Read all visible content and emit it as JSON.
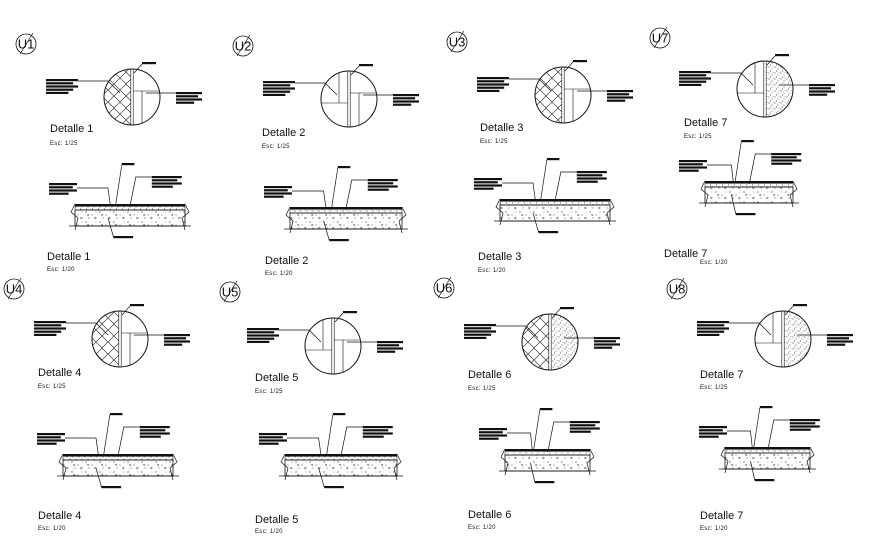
{
  "sheet": {
    "details": [
      {
        "tag": "U1",
        "circle_title": "Detalle 1",
        "circle_scale": "Esc: 1/25",
        "section_title": "Detalle 1",
        "section_scale": "Esc: 1/20",
        "left_pattern": "herringbone",
        "right_pattern": "grid"
      },
      {
        "tag": "U2",
        "circle_title": "Detalle 2",
        "circle_scale": "Esc: 1/25",
        "section_title": "Detalle 2",
        "section_scale": "Esc: 1/20",
        "left_pattern": "grid",
        "right_pattern": "grid"
      },
      {
        "tag": "U3",
        "circle_title": "Detalle 3",
        "circle_scale": "Esc: 1/25",
        "section_title": "Detalle 3",
        "section_scale": "Esc: 1/20",
        "left_pattern": "herringbone",
        "right_pattern": "grid"
      },
      {
        "tag": "U7",
        "circle_title": "Detalle 7",
        "circle_scale": "Esc: 1/25",
        "section_title": "Detalle 7",
        "section_scale": "Esc: 1/20",
        "left_pattern": "grid",
        "right_pattern": "speckle"
      },
      {
        "tag": "U4",
        "circle_title": "Detalle 4",
        "circle_scale": "Esc: 1/25",
        "section_title": "Detalle 4",
        "section_scale": "Esc: 1/20",
        "left_pattern": "herringbone",
        "right_pattern": "grid"
      },
      {
        "tag": "U5",
        "circle_title": "Detalle 5",
        "circle_scale": "Esc: 1/25",
        "section_title": "Detalle 5",
        "section_scale": "Esc: 1/20",
        "left_pattern": "grid",
        "right_pattern": "grid"
      },
      {
        "tag": "U6",
        "circle_title": "Detalle 6",
        "circle_scale": "Esc: 1/25",
        "section_title": "Detalle 6",
        "section_scale": "Esc: 1/20",
        "left_pattern": "herringbone",
        "right_pattern": "speckle"
      },
      {
        "tag": "U8",
        "circle_title": "Detalle 7",
        "circle_scale": "Esc: 1/25",
        "section_title": "Detalle 7",
        "section_scale": "Esc: 1/20",
        "left_pattern": "grid",
        "right_pattern": "speckle"
      }
    ]
  }
}
